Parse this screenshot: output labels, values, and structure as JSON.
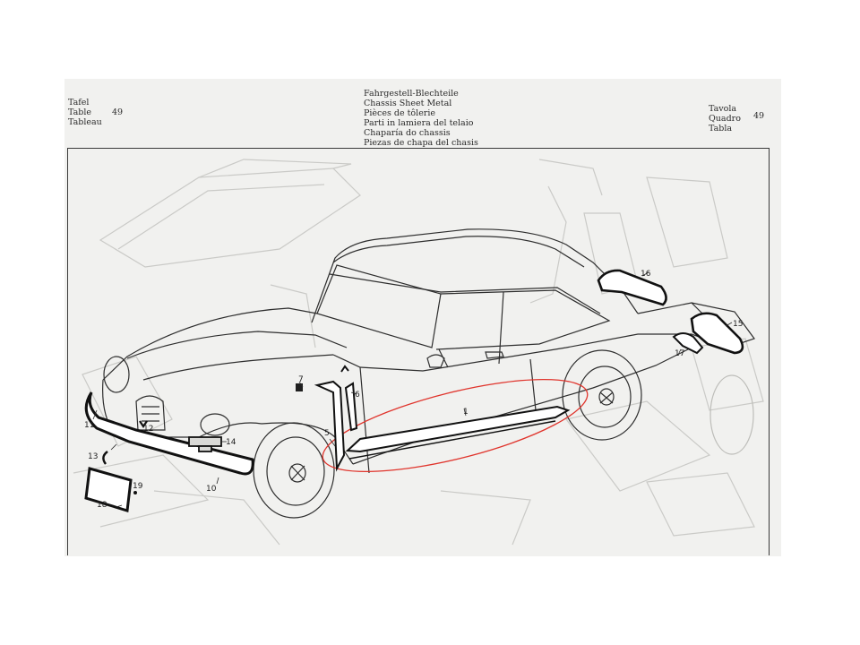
{
  "header": {
    "left": [
      "Tafel",
      "Table",
      "Tableau"
    ],
    "left_number": "49",
    "center": [
      "Fahrgestell-Blechteile",
      "Chassis Sheet Metal",
      "Pièces de tôlerie",
      "Parti in lamiera del telaio",
      "Chaparía do chassis",
      "Piezas de chapa del chasis"
    ],
    "right": [
      "Tavola",
      "Quadro",
      "Tabla"
    ],
    "right_number": "49"
  },
  "callouts": [
    "1",
    "5",
    "6",
    "7",
    "10",
    "11",
    "12",
    "13",
    "14",
    "15",
    "16",
    "17",
    "18",
    "19"
  ],
  "highlight": {
    "color": "#e0342c",
    "target_part": "1"
  },
  "colors": {
    "paper": "#f1f1ef",
    "ink": "#1e1e1e",
    "faint": "#c9c9c6"
  }
}
